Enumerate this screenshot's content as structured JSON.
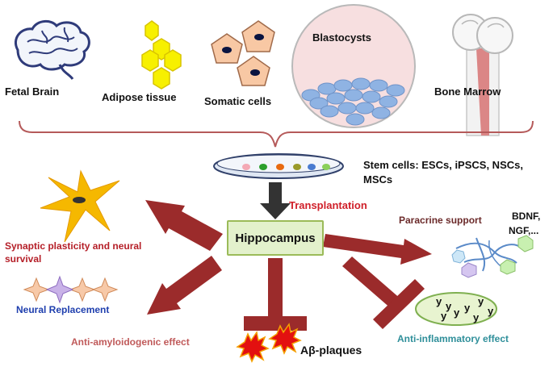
{
  "sources": {
    "fetal_brain": "Fetal Brain",
    "adipose": "Adipose tissue",
    "somatic": "Somatic cells",
    "blastocysts": "Blastocysts",
    "bone_marrow": "Bone Marrow"
  },
  "stem_cells": {
    "line1": "Stem cells: ESCs, iPSCS, NSCs,",
    "line2": "MSCs"
  },
  "transplantation": "Transplantation",
  "center": "Hippocampus",
  "effects": {
    "synaptic_line1": "Synaptic plasticity and neural",
    "synaptic_line2": "survival",
    "neural_replacement": "Neural Replacement",
    "anti_amyloid": "Anti-amyloidogenic effect",
    "abeta": "Aβ-plaques",
    "anti_inflammatory": "Anti-inflammatory effect",
    "paracrine": "Paracrine support",
    "bdnf": "BDNF,",
    "ngf": "NGF,..."
  },
  "colors": {
    "arrow": "#9b2b2b",
    "inhibit": "#9b2b2b",
    "bracket": "#b55a5a",
    "center_fill": "#e3f1cc",
    "center_border": "#9bbb59"
  }
}
